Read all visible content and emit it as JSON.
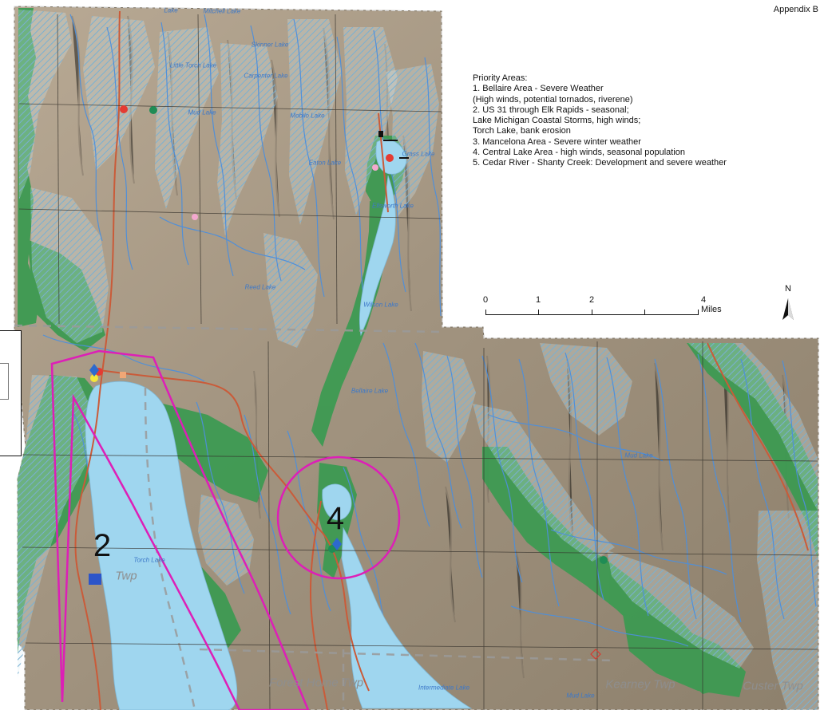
{
  "header": {
    "appendix": "Appendix B"
  },
  "legend": {
    "title": "Priority Areas:",
    "lines": [
      "1. Bellaire Area - Severe Weather",
      "(High winds, potential tornados, riverene)",
      "2. US 31 through Elk Rapids - seasonal;",
      "Lake Michigan Coastal Storms, high winds;",
      "Torch Lake, bank erosion",
      "3. Mancelona Area - Severe winter weather",
      "4. Central Lake Area - high winds, seasonal population",
      "5. Cedar River - Shanty Creek: Development and severe weather"
    ]
  },
  "scale": {
    "ticks": [
      "0",
      "1",
      "2",
      "4 Miles"
    ],
    "miles": [
      0,
      1,
      2,
      4
    ]
  },
  "north": {
    "label": "N"
  },
  "priority_markers": [
    {
      "number": "2"
    },
    {
      "number": "4"
    }
  ],
  "lake_labels": [
    "Lake",
    "Mitchell Lake",
    "Skinner Lake",
    "Little Torch Lake",
    "Carpenter Lake",
    "Mud Lake",
    "Mobilo Lake",
    "Eaton Lake",
    "Grass Lake",
    "Ellsworth Lake",
    "Reed Lake",
    "Wilson Lake",
    "Bellaire Lake",
    "Torch Lake",
    "Mud Lake",
    "Intermediate Lake",
    "Mud Lake"
  ],
  "township_labels": [
    "Twp",
    "Forest Home Twp",
    "Kearney Twp",
    "Custer Twp"
  ],
  "colors": {
    "terrain": "#a39681",
    "water": "#9fd6ef",
    "wetland": "#3d9a52",
    "floodplain_hatch": "#79b0d2",
    "road": "#ca5b39",
    "priority_circle": "#dd1fb7",
    "boundary": "#9a9a9a"
  }
}
